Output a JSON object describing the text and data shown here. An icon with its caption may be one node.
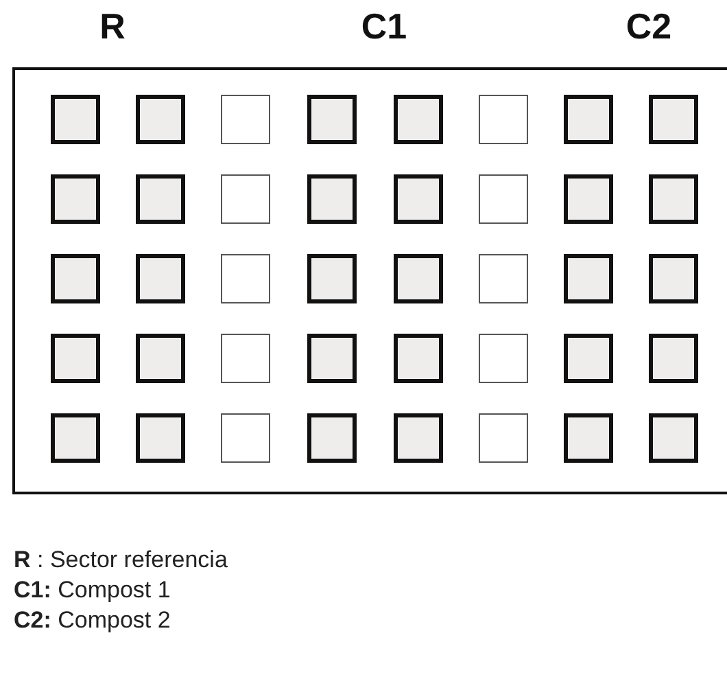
{
  "diagram": {
    "nodes": [
      {
        "text": [],
        "shape": "box"
      },
      {
        "text": [],
        "shape": "box",
        "in": 0
      },
      {
        "text": [],
        "shape": "box",
        "in": 0
      },
      {
        "text": [],
        "shape": "box",
        "in": 0
      },
      {
        "text": [],
        "shape": "box",
        "in": 0
      },
      {
        "text": [],
        "shape": "box",
        "in": 0
      },
      {
        "text": [],
        "shape": "box",
        "in": 0
      },
      {
        "text": [],
        "shape": "box",
        "in": 0
      },
      {
        "text": [],
        "shape": "box",
        "in": 0
      },
      {
        "text": [],
        "shape": "box",
        "in": 0
      },
      {
        "text": [],
        "shape": "box",
        "in": 0
      },
      {
        "text": [],
        "shape": "box",
        "in": 0
      },
      {
        "text": [],
        "shape": "box",
        "in": 0
      },
      {
        "text": [],
        "shape": "box",
        "in": 0
      },
      {
        "text": [],
        "shape": "box",
        "in": 0
      },
      {
        "text": [],
        "shape": "box",
        "in": 0
      },
      {
        "text": [],
        "shape": "box",
        "in": 0
      },
      {
        "text": [],
        "shape": "box",
        "in": 0
      },
      {
        "text": [],
        "shape": "box",
        "in": 0
      },
      {
        "text": [],
        "shape": "box",
        "in": 0
      },
      {
        "text": [],
        "shape": "box",
        "in": 0
      },
      {
        "text": [],
        "shape": "box",
        "in": 0
      },
      {
        "text": [],
        "shape": "box",
        "in": 0
      },
      {
        "text": [],
        "shape": "box",
        "in": 0
      },
      {
        "text": [],
        "shape": "box",
        "in": 0
      },
      {
        "text": [],
        "shape": "box",
        "in": 0
      },
      {
        "text": [],
        "shape": "box",
        "in": 0
      },
      {
        "text": [],
        "shape": "box",
        "in": 0
      },
      {
        "text": [],
        "shape": "box",
        "in": 0
      },
      {
        "text": [],
        "shape": "box",
        "in": 0
      },
      {
        "text": [],
        "shape": "box",
        "in": 0
      },
      {
        "text": [],
        "shape": "box",
        "in": 0
      },
      {
        "text": [],
        "shape": "box",
        "in": 0
      },
      {
        "text": [],
        "shape": "box",
        "in": 0
      },
      {
        "text": [],
        "shape": "box",
        "in": 0
      },
      {
        "text": [],
        "shape": "box",
        "in": 0
      },
      {
        "text": [],
        "shape": "box",
        "in": 0
      },
      {
        "text": [],
        "shape": "box",
        "in": 0
      },
      {
        "text": [],
        "shape": "box",
        "in": 0
      },
      {
        "text": [],
        "shape": "box",
        "in": 0
      },
      {
        "text": [],
        "shape": "box",
        "in": 0
      }
    ],
    "labels": [
      "R",
      "C1",
      "C2",
      "**R** : Sector referencia",
      "**C1:** Compost 1",
      "**C2:** Compost 2"
    ]
  }
}
